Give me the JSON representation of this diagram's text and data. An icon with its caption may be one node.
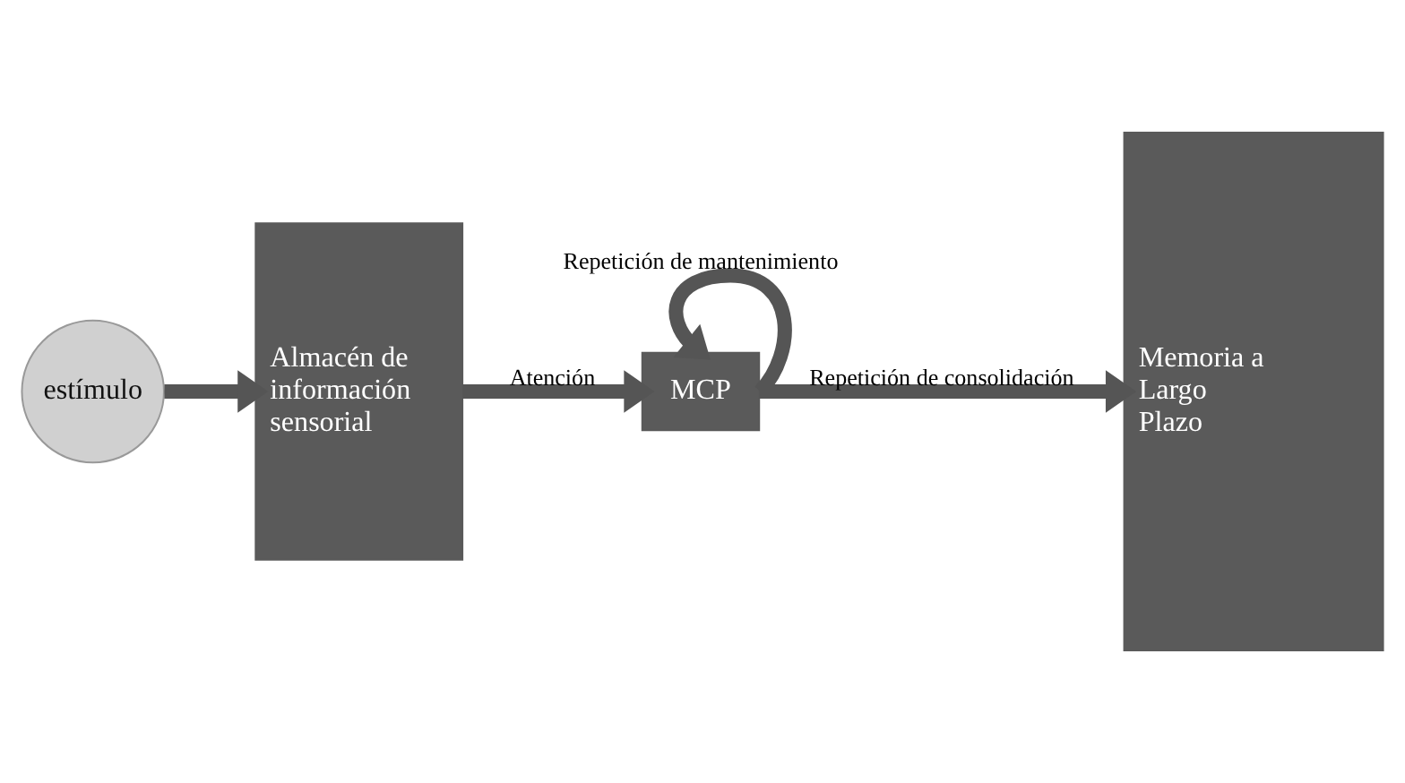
{
  "diagram": {
    "nodes": [
      {
        "text": [
          "estímulo"
        ]
      },
      {
        "text": [
          "Almacén de información sensorial"
        ]
      },
      {
        "text": [
          "MCP"
        ]
      },
      {
        "text": [
          "Memoria a Largo Plazo"
        ]
      }
    ],
    "edges": [
      {
        "from": 0,
        "to": 1,
        "arrow": "to"
      },
      {
        "from": 1,
        "to": 2,
        "arrow": "to",
        "label": "Atención"
      },
      {
        "from": 2,
        "to": 2,
        "arrow": "to",
        "label": "Repetición de mantenimiento"
      },
      {
        "from": 2,
        "to": 3,
        "arrow": "to",
        "label": "Repetición de consolidación"
      }
    ]
  }
}
